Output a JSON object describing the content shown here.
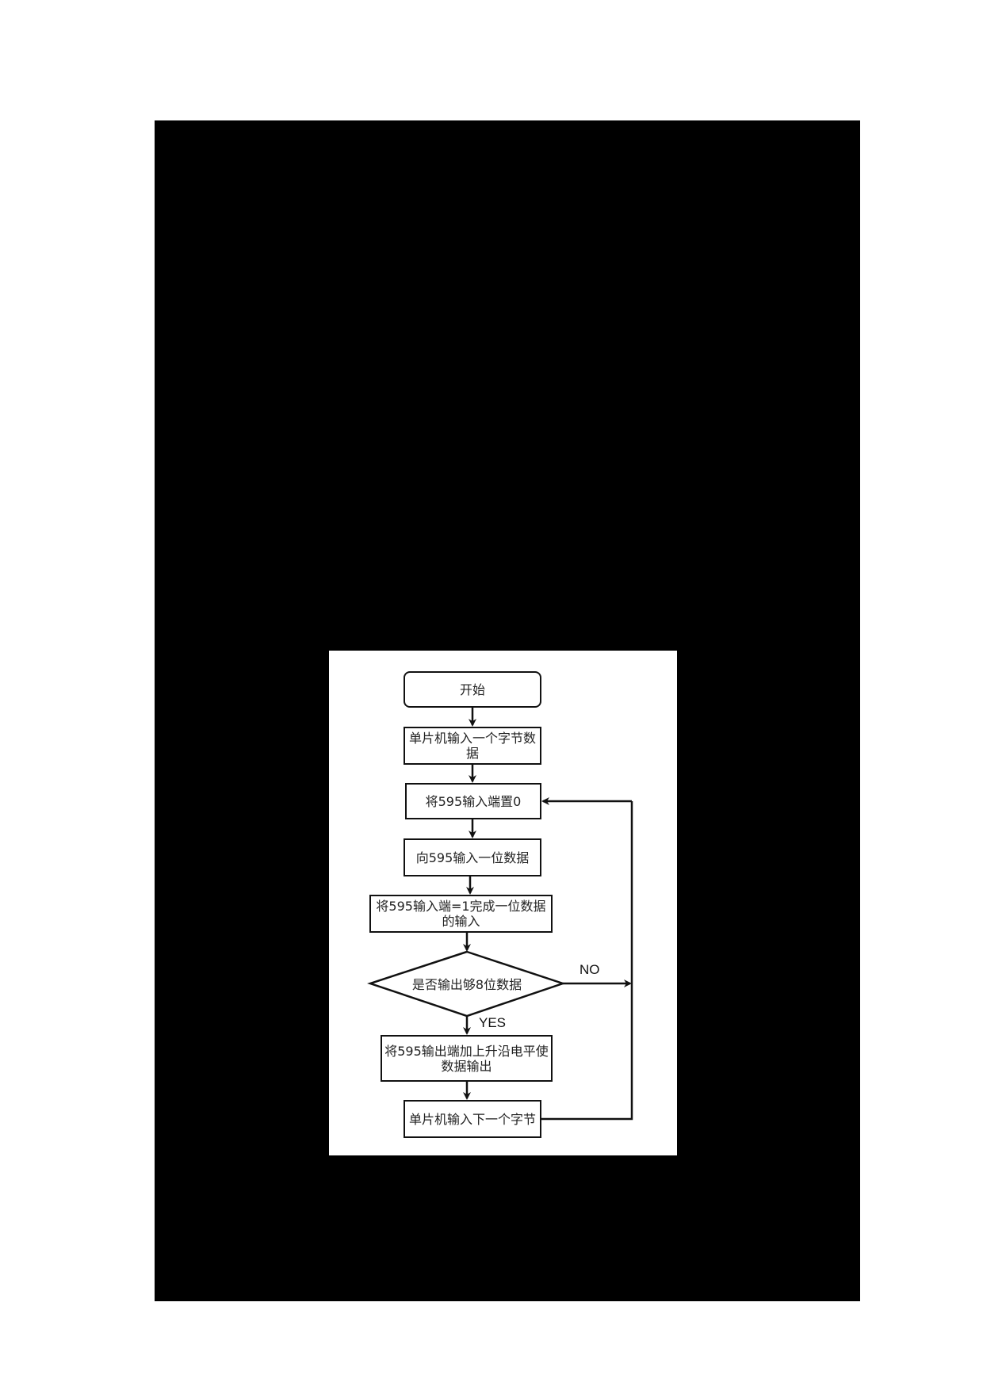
{
  "diagram": {
    "type": "flowchart",
    "nodes": {
      "start": {
        "label": "开始",
        "shape": "rounded-rect"
      },
      "read_byte": {
        "label": "单片机输入一个字节数据",
        "shape": "rect"
      },
      "set_input_zero": {
        "label": "将595输入端置0",
        "shape": "rect"
      },
      "input_bit": {
        "label": "向595输入一位数据",
        "shape": "rect"
      },
      "set_input_one": {
        "label": "将595输入端=1完成一位数据的输入",
        "shape": "rect"
      },
      "check_8bits": {
        "label": "是否输出够8位数据",
        "shape": "diamond"
      },
      "rising_edge_output": {
        "label": "将595输出端加上升沿电平使数据输出",
        "shape": "rect"
      },
      "next_byte": {
        "label": "单片机输入下一个字节",
        "shape": "rect"
      }
    },
    "edge_labels": {
      "no": "NO",
      "yes": "YES"
    },
    "edges": [
      {
        "from": "start",
        "to": "read_byte"
      },
      {
        "from": "read_byte",
        "to": "set_input_zero"
      },
      {
        "from": "set_input_zero",
        "to": "input_bit"
      },
      {
        "from": "input_bit",
        "to": "set_input_one"
      },
      {
        "from": "set_input_one",
        "to": "check_8bits"
      },
      {
        "from": "check_8bits",
        "to": "set_input_zero",
        "label": "NO"
      },
      {
        "from": "check_8bits",
        "to": "rising_edge_output",
        "label": "YES"
      },
      {
        "from": "rising_edge_output",
        "to": "next_byte"
      },
      {
        "from": "next_byte",
        "to": "set_input_zero"
      }
    ]
  }
}
